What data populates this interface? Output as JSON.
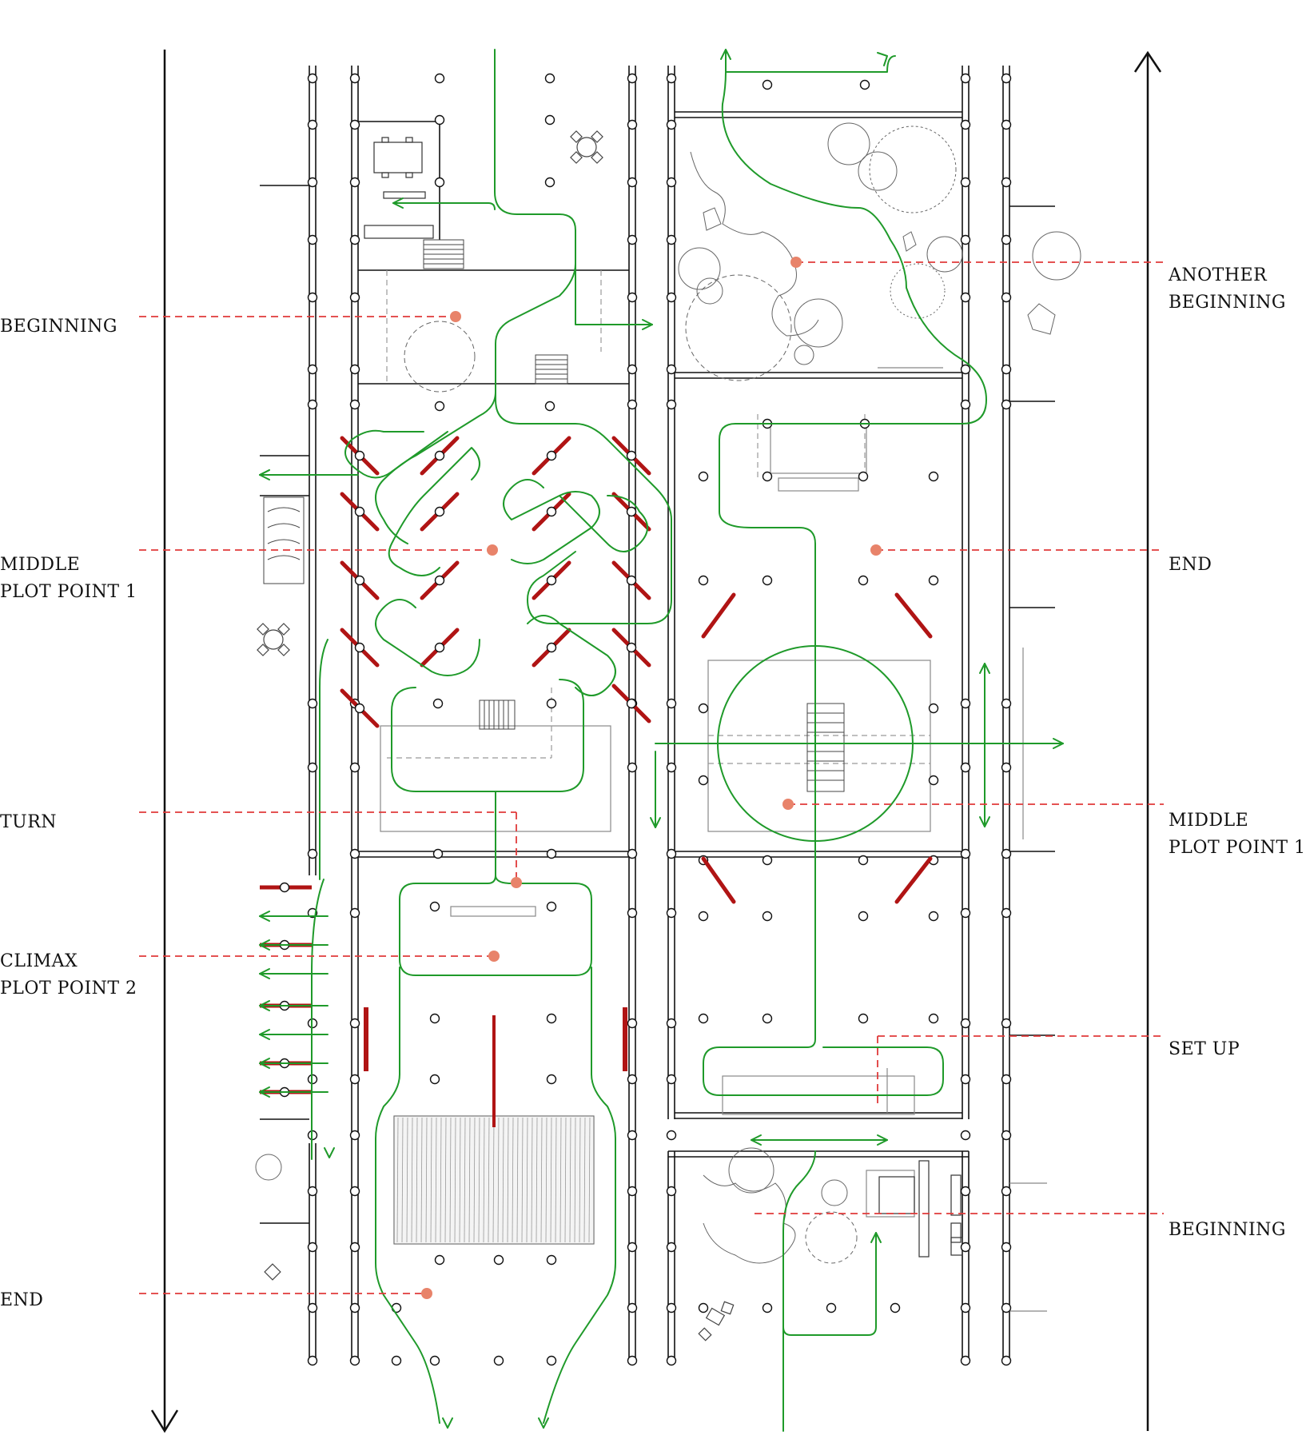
{
  "colors": {
    "line": "#111111",
    "thin": "#888888",
    "path": "#1f9a2a",
    "marker": "#e03a3a",
    "dot": "#e8836a",
    "wall": "#b01414"
  },
  "left_axis": {
    "direction": "down"
  },
  "right_axis": {
    "direction": "up"
  },
  "left_labels": [
    {
      "lines": [
        "BEGINNING"
      ]
    },
    {
      "lines": [
        "MIDDLE",
        "PLOT POINT 1"
      ]
    },
    {
      "lines": [
        "TURN"
      ]
    },
    {
      "lines": [
        "CLIMAX",
        "PLOT POINT 2"
      ]
    },
    {
      "lines": [
        "END"
      ]
    }
  ],
  "right_labels": [
    {
      "lines": [
        "ANOTHER",
        "BEGINNING"
      ]
    },
    {
      "lines": [
        "END"
      ]
    },
    {
      "lines": [
        "MIDDLE",
        "PLOT POINT 1"
      ]
    },
    {
      "lines": [
        "SET UP"
      ]
    },
    {
      "lines": [
        "BEGINNING"
      ]
    }
  ]
}
